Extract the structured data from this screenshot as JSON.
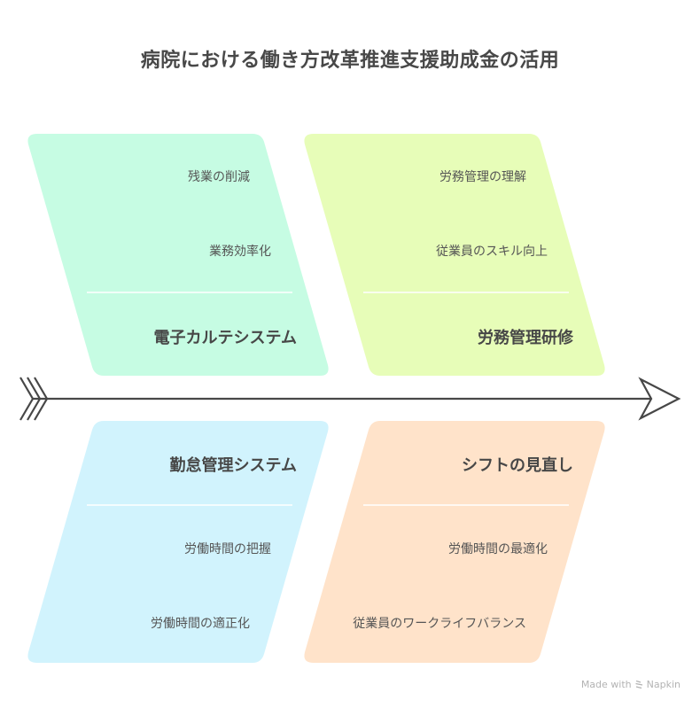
{
  "title": "病院における働き方改革推進支援助成金の活用",
  "colors": {
    "spine": "#474747",
    "panel_top_left": "#C6FCE3",
    "panel_top_right": "#E7FDB8",
    "panel_bottom_left": "#D1F3FD",
    "panel_bottom_right": "#FFE3CA",
    "divider": "#FFFFFF"
  },
  "categories": [
    {
      "position": "top-left",
      "label": "電子カルテシステム",
      "items": [
        "残業の削減",
        "業務効率化"
      ]
    },
    {
      "position": "top-right",
      "label": "労務管理研修",
      "items": [
        "労務管理の理解",
        "従業員のスキル向上"
      ]
    },
    {
      "position": "bottom-left",
      "label": "勤怠管理システム",
      "items": [
        "労働時間の把握",
        "労働時間の適正化"
      ]
    },
    {
      "position": "bottom-right",
      "label": "シフトの見直し",
      "items": [
        "労働時間の最適化",
        "従業員のワークライフバランス"
      ]
    }
  ],
  "footer": {
    "made_with": "Made with",
    "brand": "Napkin",
    "icon": "napkin-logo-icon"
  }
}
